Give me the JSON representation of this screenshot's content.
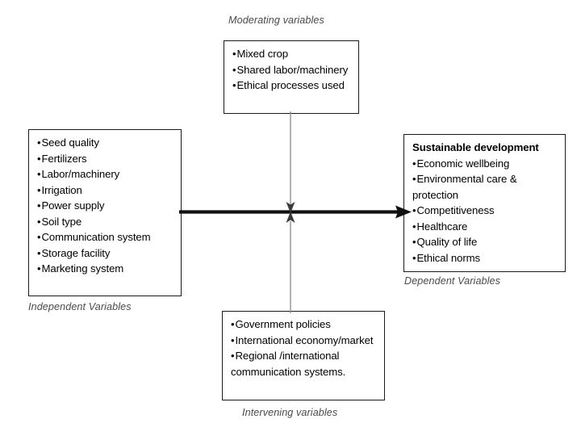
{
  "diagram": {
    "title_visible": false,
    "background_color": "#ffffff",
    "line_color": "#1a1a1a",
    "thin_line_color": "#808080",
    "caption_color": "#4a4a4a",
    "boxes": {
      "moderating": {
        "caption": "Moderating variables",
        "items": [
          "Mixed crop",
          "Shared labor/machinery",
          "Ethical processes used"
        ]
      },
      "independent": {
        "caption": "Independent Variables",
        "items": [
          "Seed quality",
          "Fertilizers",
          "Labor/machinery",
          "Irrigation",
          "Power supply",
          "Soil type",
          "Communication system",
          "Storage facility",
          "Marketing system"
        ]
      },
      "dependent": {
        "caption": "Dependent Variables",
        "header": "Sustainable development",
        "items": [
          "Economic wellbeing",
          "Environmental care & protection",
          "Competitiveness",
          "Healthcare",
          "Quality of life",
          "Ethical norms"
        ]
      },
      "intervening": {
        "caption": "Intervening variables",
        "items": [
          "Government policies",
          "International economy/market",
          "Regional /international communication systems."
        ]
      }
    },
    "connectors": {
      "main": {
        "name": "independent-to-dependent-arrow",
        "from": "independent",
        "to": "dependent",
        "style": "thick-black-arrow",
        "direction": "right"
      },
      "moderating": {
        "name": "moderating-to-main-arrow",
        "from": "moderating",
        "to": "main-arrow",
        "style": "thin-gray-arrow",
        "direction": "down"
      },
      "intervening": {
        "name": "intervening-to-main-arrow",
        "from": "intervening",
        "to": "main-arrow",
        "style": "thin-gray-arrow",
        "direction": "up"
      }
    },
    "bullet_glyph": "•"
  }
}
